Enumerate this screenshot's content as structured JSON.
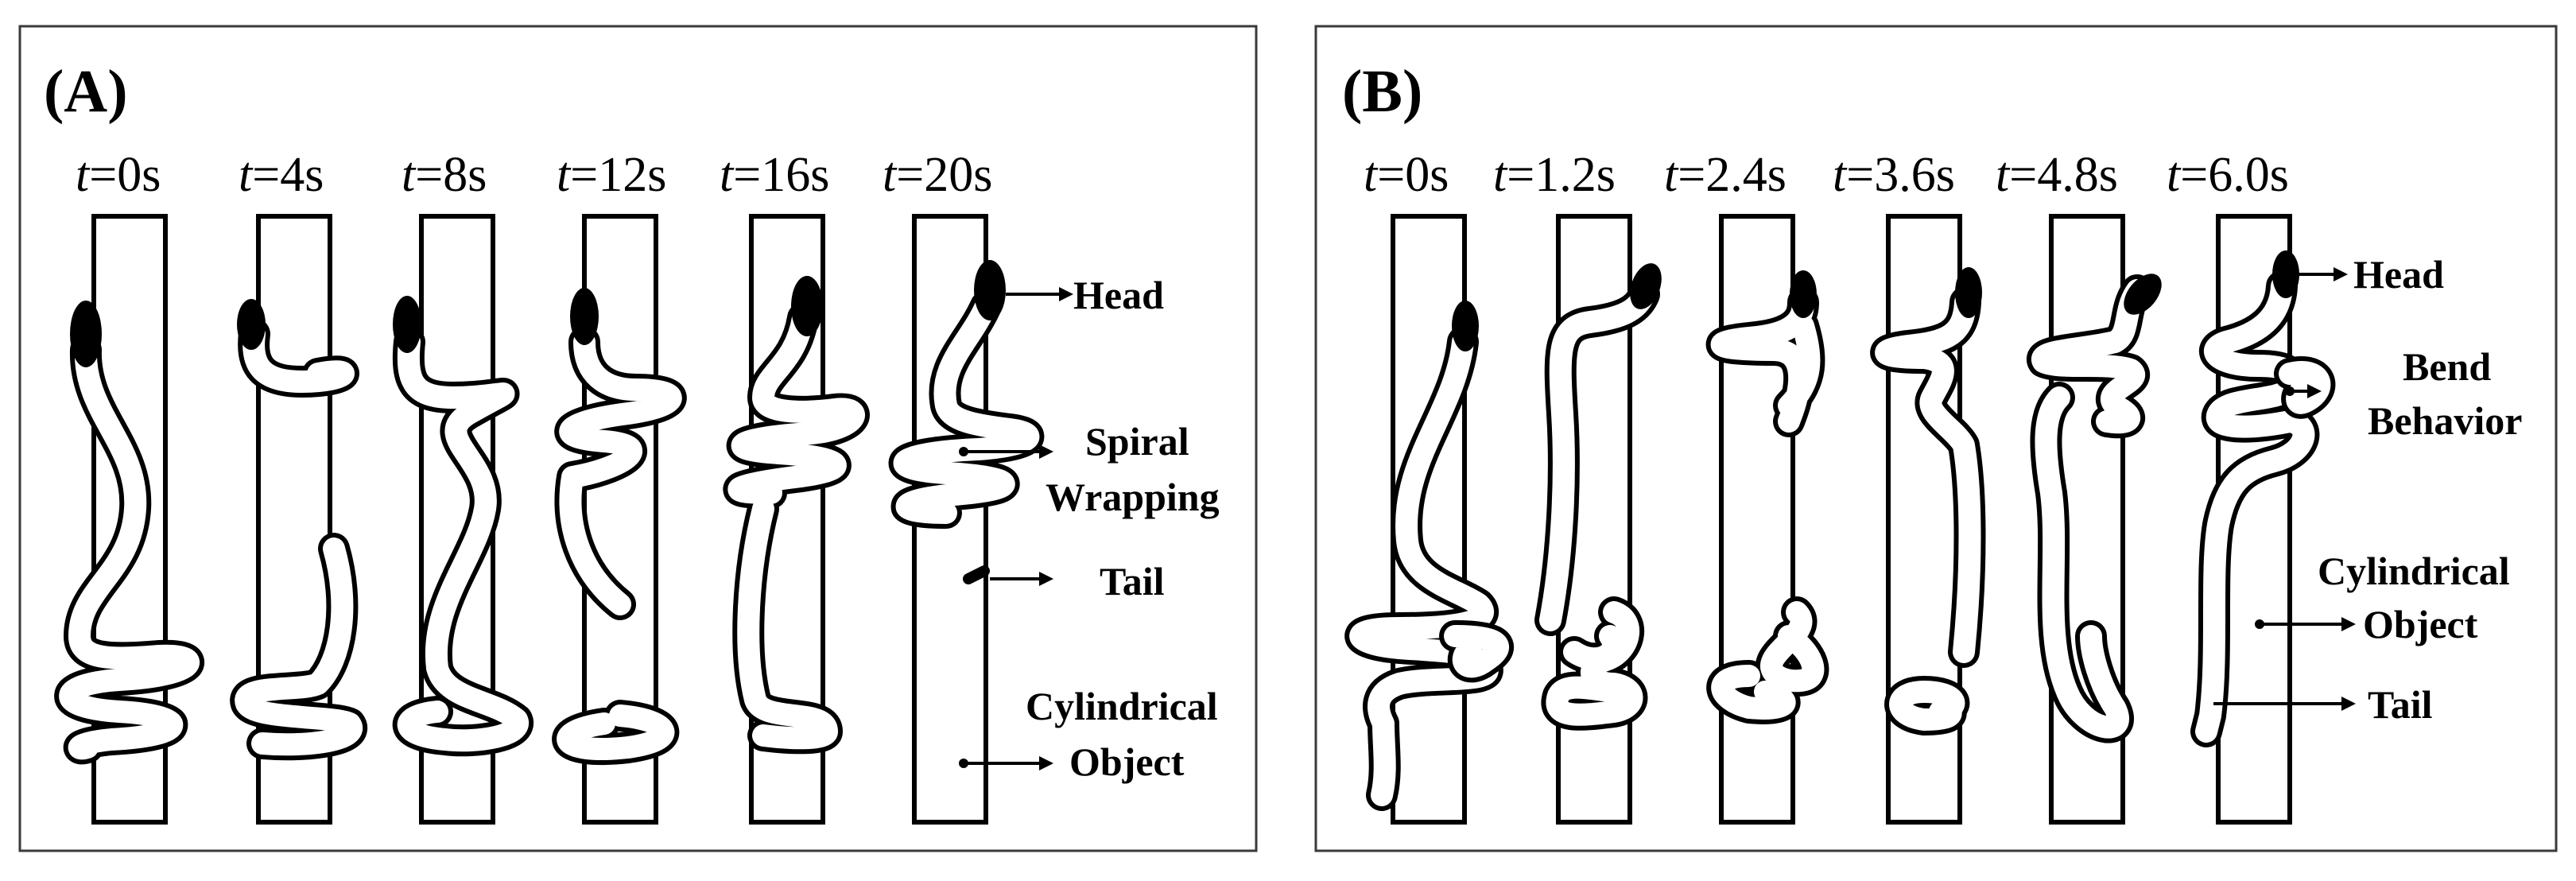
{
  "panels": [
    {
      "label": "(A)",
      "times": [
        "t=0s",
        "t=4s",
        "t=8s",
        "t=12s",
        "t=16s",
        "t=20s"
      ],
      "annotations": {
        "head": "Head",
        "spiral_1": "Spiral",
        "spiral_2": "Wrapping",
        "tail": "Tail",
        "object_1": "Cylindrical",
        "object_2": "Object"
      }
    },
    {
      "label": "(B)",
      "times": [
        "t=0s",
        "t=1.2s",
        "t=2.4s",
        "t=3.6s",
        "t=4.8s",
        "t=6.0s"
      ],
      "annotations": {
        "head": "Head",
        "bend_1": "Bend",
        "bend_2": "Behavior",
        "object_1": "Cylindrical",
        "object_2": "Object",
        "tail": "Tail"
      }
    }
  ],
  "colors": {
    "outline": "#000000",
    "background": "#ffffff",
    "frame": "#3a3a3a"
  }
}
